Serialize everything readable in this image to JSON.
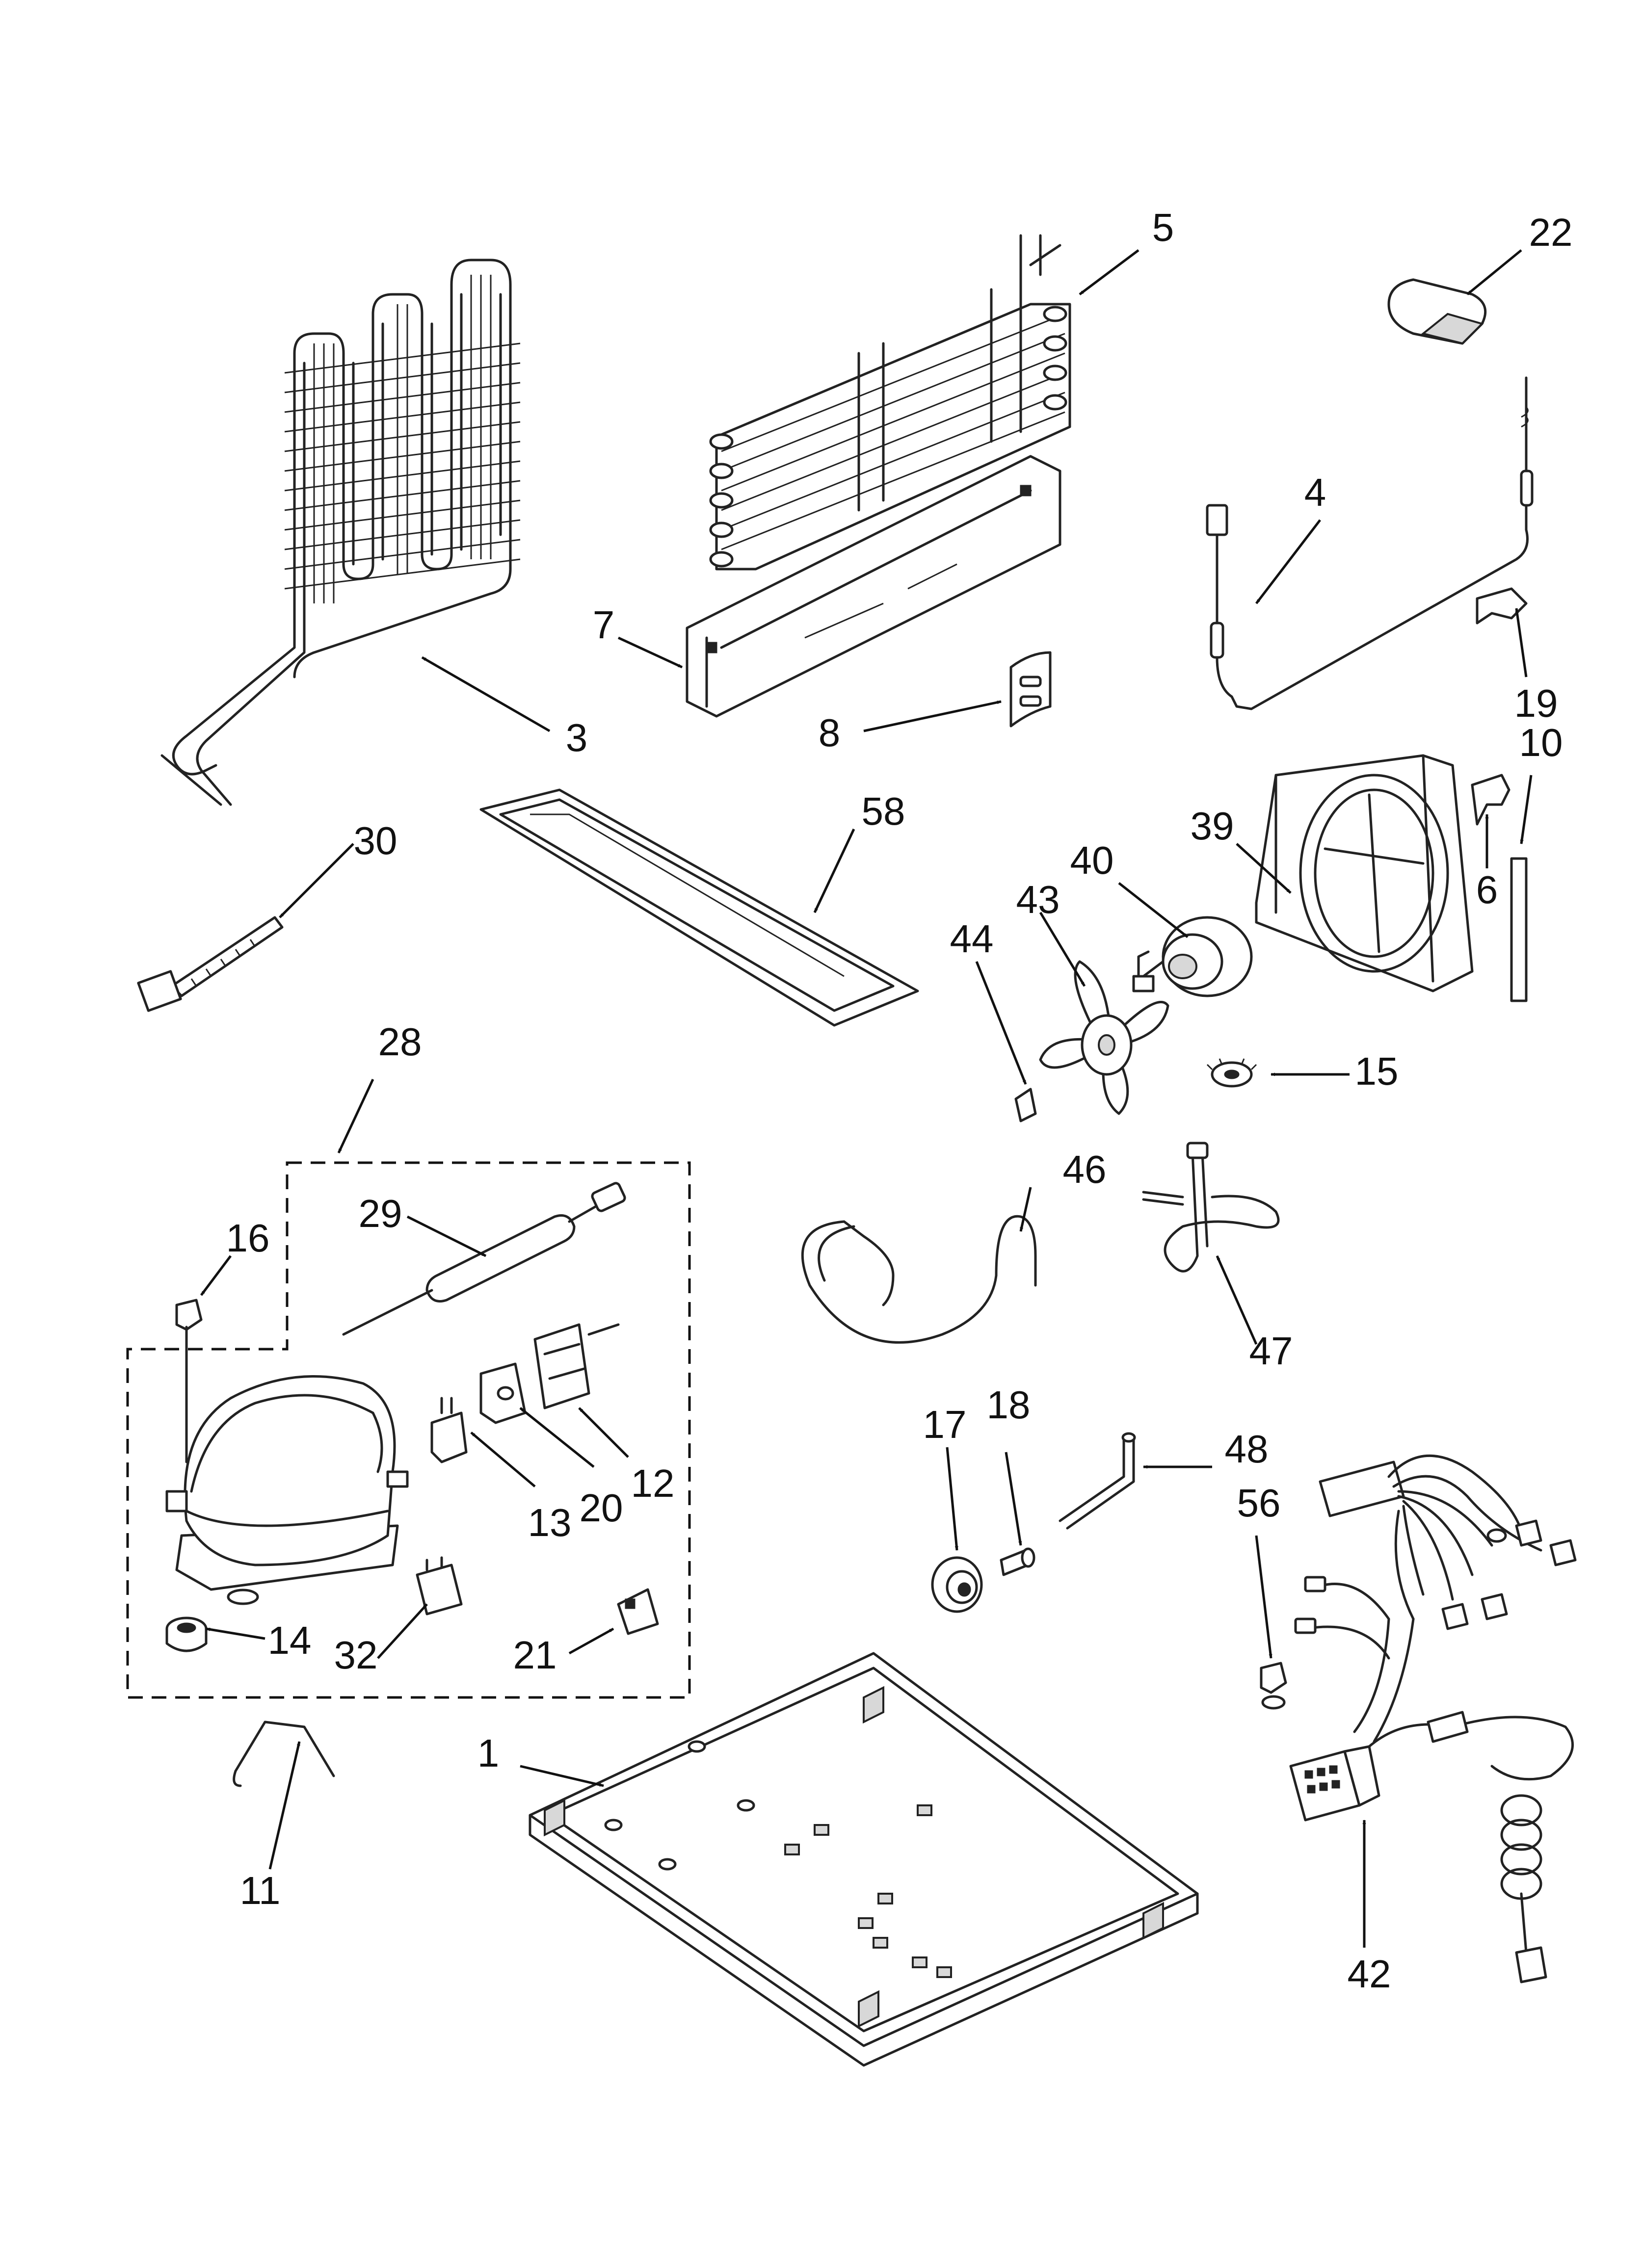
{
  "diagram": {
    "parts": [
      {
        "key": "p1",
        "label": "1"
      },
      {
        "key": "p3",
        "label": "3"
      },
      {
        "key": "p4",
        "label": "4"
      },
      {
        "key": "p5",
        "label": "5"
      },
      {
        "key": "p6",
        "label": "6"
      },
      {
        "key": "p7",
        "label": "7"
      },
      {
        "key": "p8",
        "label": "8"
      },
      {
        "key": "p10",
        "label": "10"
      },
      {
        "key": "p11",
        "label": "11"
      },
      {
        "key": "p12",
        "label": "12"
      },
      {
        "key": "p13",
        "label": "13"
      },
      {
        "key": "p14",
        "label": "14"
      },
      {
        "key": "p15",
        "label": "15"
      },
      {
        "key": "p16",
        "label": "16"
      },
      {
        "key": "p17",
        "label": "17"
      },
      {
        "key": "p18",
        "label": "18"
      },
      {
        "key": "p19",
        "label": "19"
      },
      {
        "key": "p20",
        "label": "20"
      },
      {
        "key": "p21",
        "label": "21"
      },
      {
        "key": "p22",
        "label": "22"
      },
      {
        "key": "p28",
        "label": "28"
      },
      {
        "key": "p29",
        "label": "29"
      },
      {
        "key": "p30",
        "label": "30"
      },
      {
        "key": "p32",
        "label": "32"
      },
      {
        "key": "p39",
        "label": "39"
      },
      {
        "key": "p40",
        "label": "40"
      },
      {
        "key": "p42",
        "label": "42"
      },
      {
        "key": "p43",
        "label": "43"
      },
      {
        "key": "p44",
        "label": "44"
      },
      {
        "key": "p46",
        "label": "46"
      },
      {
        "key": "p47",
        "label": "47"
      },
      {
        "key": "p48",
        "label": "48"
      },
      {
        "key": "p56",
        "label": "56"
      },
      {
        "key": "p58",
        "label": "58"
      }
    ]
  }
}
